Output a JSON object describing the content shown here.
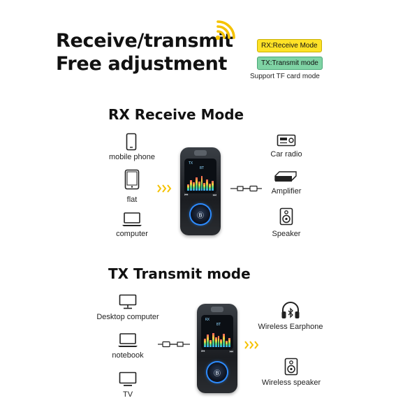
{
  "header": {
    "title_line1": "Receive/transmit",
    "title_line2": "Free adjustment"
  },
  "badges": {
    "rx": "RX:Receive Mode",
    "tx": "TX:Transmit mode",
    "rx_color": "#ffe227",
    "tx_color": "#7fd3a4",
    "note": "Support TF card mode"
  },
  "rx_section": {
    "title": "RX Receive Mode",
    "sources": [
      {
        "label": "mobile phone",
        "icon": "mobile-phone-icon"
      },
      {
        "label": "flat",
        "icon": "tablet-icon"
      },
      {
        "label": "computer",
        "icon": "laptop-icon"
      }
    ],
    "outputs": [
      {
        "label": "Car radio",
        "icon": "car-radio-icon"
      },
      {
        "label": "Amplifier",
        "icon": "amplifier-icon"
      },
      {
        "label": "Speaker",
        "icon": "speaker-icon"
      }
    ]
  },
  "tx_section": {
    "title": "TX Transmit mode",
    "sources": [
      {
        "label": "Desktop computer",
        "icon": "desktop-monitor-icon"
      },
      {
        "label": "notebook",
        "icon": "laptop-icon"
      },
      {
        "label": "TV",
        "icon": "tv-icon"
      }
    ],
    "outputs": [
      {
        "label": "Wireless Earphone",
        "icon": "headphones-icon"
      },
      {
        "label": "Wireless speaker",
        "icon": "speaker-icon"
      }
    ]
  },
  "device": {
    "rx_screen": "RX",
    "tx_screen": "TX",
    "bt_screen": "BT",
    "prev_glyph": "⏮",
    "next_glyph": "⏭",
    "knob_glyph": "Ⓑ"
  },
  "colors": {
    "arrow": "#f5c200",
    "knob_ring": "#2d8cff"
  }
}
